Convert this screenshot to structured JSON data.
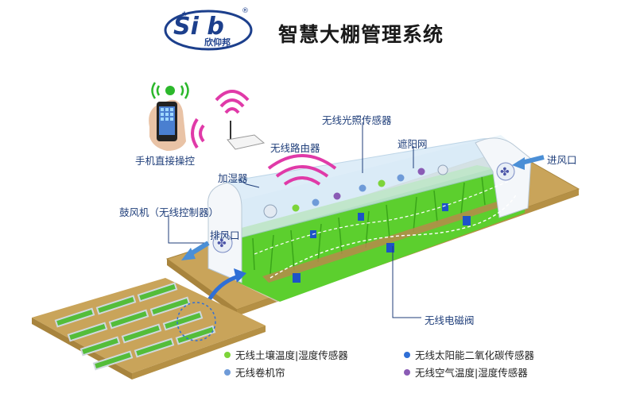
{
  "brand": {
    "logo_text": "Si b",
    "name_cn": "欣仰邦",
    "registered": "®"
  },
  "title": "智慧大棚管理系统",
  "labels": {
    "phone_control": "手机直接操控",
    "wireless_router": "无线路由器",
    "light_sensor": "无线光照传感器",
    "shade_net": "遮阳网",
    "air_inlet": "进风口",
    "humidifier": "加湿器",
    "blower": "鼓风机（无线控制器）",
    "exhaust": "排风口",
    "solenoid_valve": "无线电磁阀"
  },
  "legend": [
    {
      "text": "无线土壤温度|湿度传感器",
      "color": "#7dd43a"
    },
    {
      "text": "无线太阳能二氧化碳传感器",
      "color": "#2f6fd6"
    },
    {
      "text": "无线卷机帘",
      "color": "#6f9bd8"
    },
    {
      "text": "无线空气温度|湿度传感器",
      "color": "#8a5bb5"
    }
  ]
}
